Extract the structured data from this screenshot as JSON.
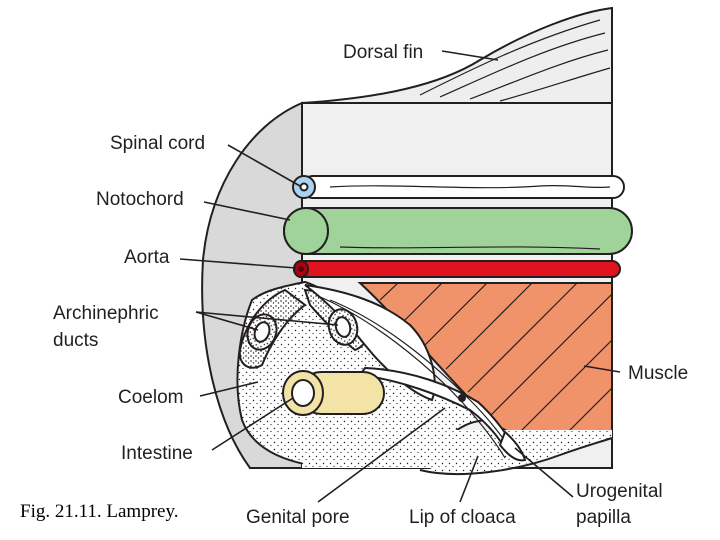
{
  "caption": "Fig. 21.11. Lamprey.",
  "labels": {
    "dorsal_fin": "Dorsal fin",
    "spinal_cord": "Spinal cord",
    "notochord": "Notochord",
    "aorta": "Aorta",
    "archinephric_1": "Archinephric",
    "archinephric_2": "ducts",
    "coelom": "Coelom",
    "intestine": "Intestine",
    "muscle": "Muscle",
    "genital_pore": "Genital pore",
    "lip_of_cloaca": "Lip of cloaca",
    "urogenital_1": "Urogenital",
    "urogenital_2": "papilla"
  },
  "colors": {
    "body_gray": "#d9d9d9",
    "face_gray": "#f0f0f0",
    "notochord_green": "#9fd39a",
    "aorta_red": "#e0131f",
    "muscle_orange": "#f0936a",
    "intestine_yellow": "#f3e3a6",
    "spinal_blue": "#a9d3ee",
    "ink": "#231f20"
  }
}
